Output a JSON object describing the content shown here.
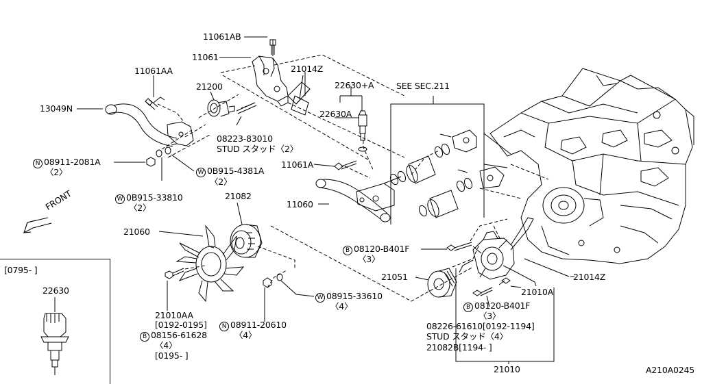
{
  "labels": {
    "p11061AB": "11061AB",
    "p11061": "11061",
    "p21014Z_top": "21014Z",
    "p11061AA": "11061AA",
    "p21200": "21200",
    "p13049N": "13049N",
    "stud_a_num": "08223-83010",
    "stud_a_txt": "STUD スタッド〈2〉",
    "p22630A_plus": "22630+A",
    "p22630A": "22630A",
    "see_sec": "SEE SEC.211",
    "n_a_prefix": "N",
    "n_a_num": "08911-2081A",
    "n_a_qty": "〈2〉",
    "w_a_prefix": "W",
    "w_a_num": "0B915-4381A",
    "w_a_qty": "〈2〉",
    "p11061A": "11061A",
    "w_b_prefix": "W",
    "w_b_num": "0B915-33810",
    "w_b_qty": "〈2〉",
    "p21082": "21082",
    "p11060": "11060",
    "front": "FRONT",
    "p21060": "21060",
    "b_a_prefix": "B",
    "b_a_num": "08120-B401F",
    "b_a_qty": "〈3〉",
    "p21051": "21051",
    "p21014Z_right": "21014Z",
    "p21010A": "21010A",
    "b_b_prefix": "B",
    "b_b_num": "08120-B401F",
    "b_b_qty": "〈3〉",
    "w_c_prefix": "W",
    "w_c_num": "08915-33610",
    "w_c_qty": "〈4〉",
    "p21010AA": "21010AA",
    "date_0192_0195": "[0192-0195]",
    "b_c_prefix": "B",
    "b_c_num": "08156-61628",
    "b_c_qty": "〈4〉",
    "date_0195": "[0195-    ]",
    "n_b_prefix": "N",
    "n_b_num": "08911-20610",
    "n_b_qty": "〈4〉",
    "stud_b_num": "08226-61610[0192-1194]",
    "stud_b_txt": "STUD スタッド〈4〉",
    "p21082B": "21082B[1194-    ]",
    "p21010": "21010",
    "inset_date": "[0795-    ]",
    "inset_part": "22630",
    "diagram_id": "A210A0245"
  }
}
